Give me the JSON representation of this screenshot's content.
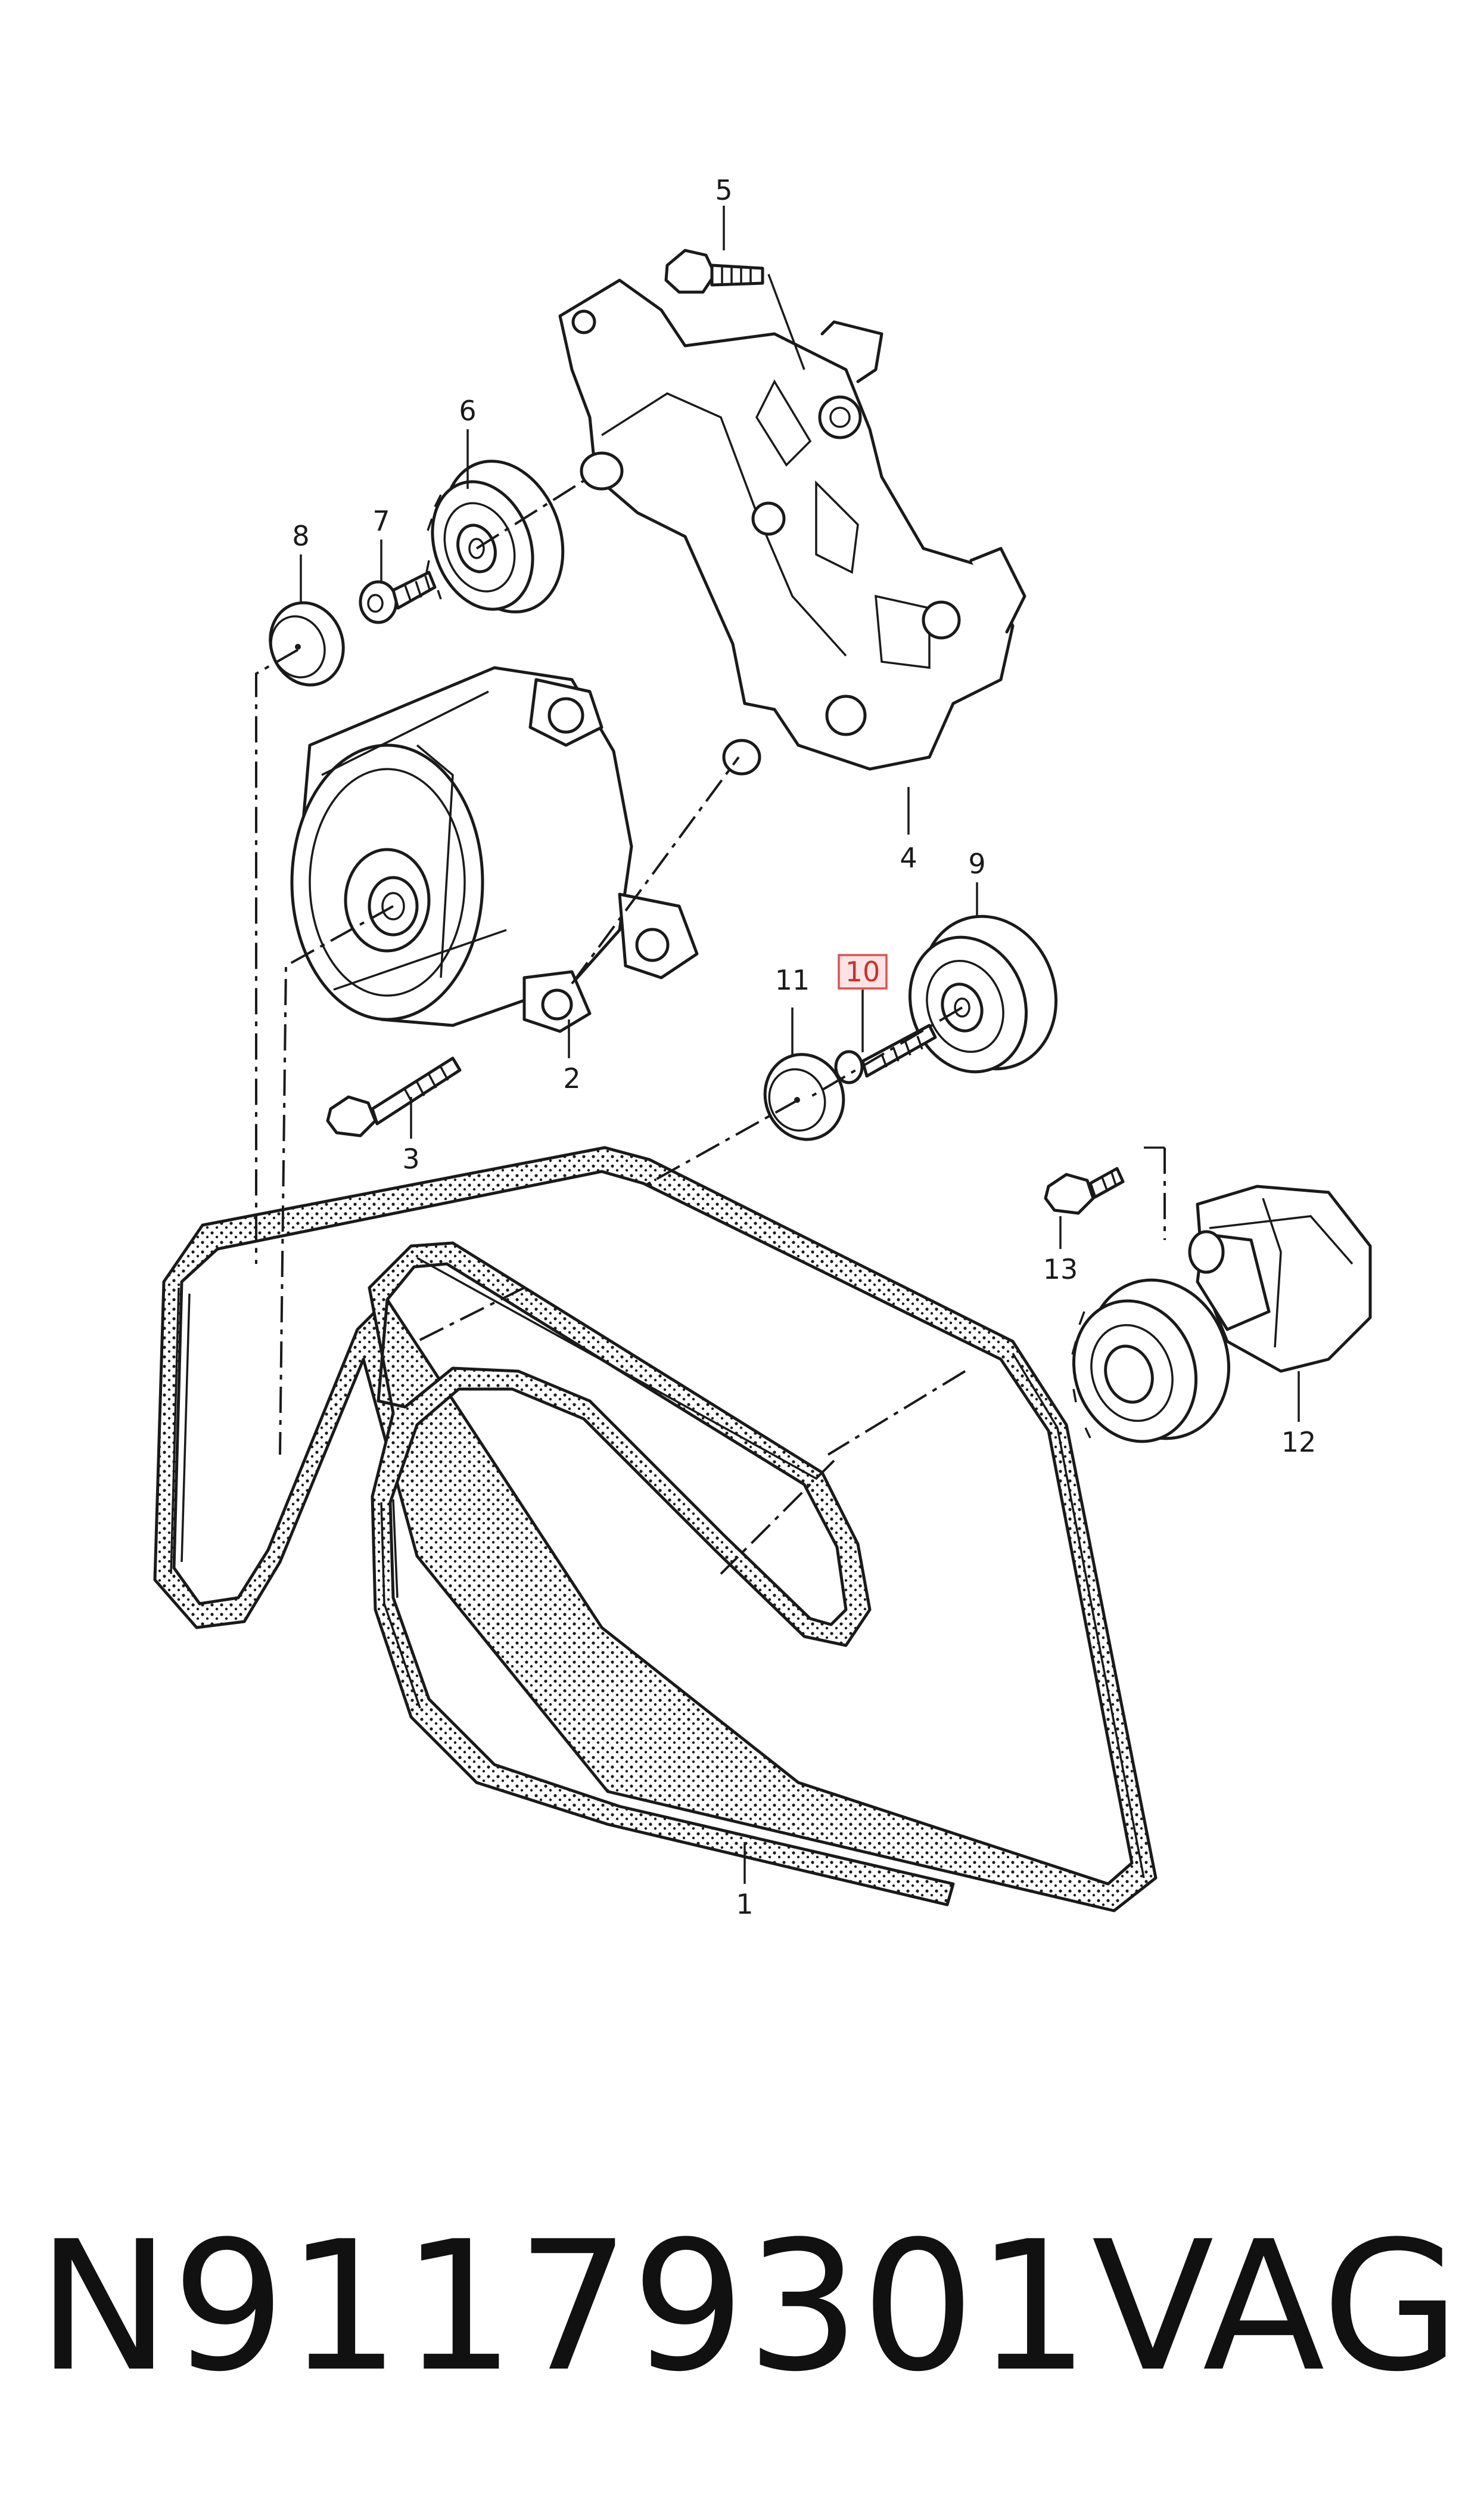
{
  "diagram": {
    "callouts": [
      "1",
      "2",
      "3",
      "4",
      "5",
      "6",
      "7",
      "8",
      "9",
      "10",
      "11",
      "12",
      "13"
    ],
    "highlighted_callout": "10",
    "highlight_color": "#d9534f"
  },
  "footer": {
    "part_number": "N91179301",
    "brand": "VAG"
  }
}
